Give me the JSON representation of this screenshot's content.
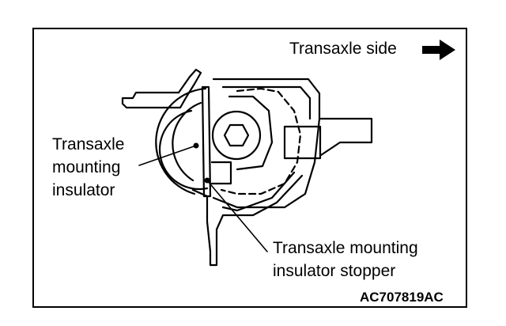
{
  "labels": {
    "transaxle_side": "Transaxle side",
    "insulator": [
      "Transaxle",
      "mounting",
      "insulator"
    ],
    "stopper": [
      "Transaxle mounting",
      "insulator stopper"
    ]
  },
  "figure_code": "AC707819AC",
  "icons": {
    "direction": "right-arrow-icon"
  }
}
